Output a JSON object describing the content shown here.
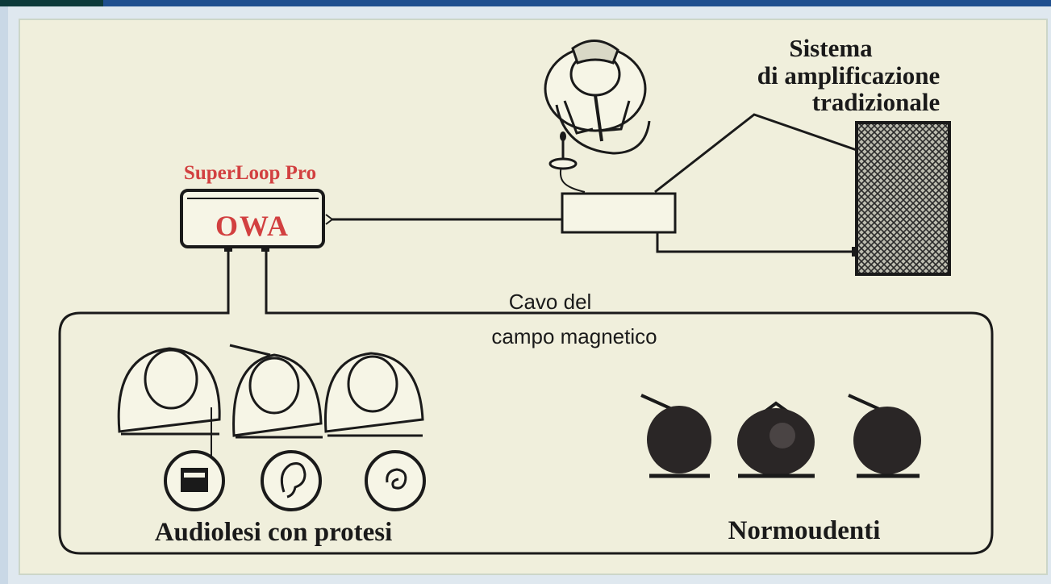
{
  "diagram": {
    "amplifier_title": [
      "Sistema",
      "di amplificazione",
      "tradizionale"
    ],
    "device_title": "SuperLoop Pro",
    "device_label": "OWA",
    "cable_label": [
      "Cavo del",
      "campo magnetico"
    ],
    "group_left_label": "Audiolesi con protesi",
    "group_right_label": "Normoudenti"
  },
  "colors": {
    "paper": "#f0efdc",
    "ink": "#1a1a1a",
    "accent_red": "#d24040",
    "frame_blue": "#1f4f8f"
  }
}
